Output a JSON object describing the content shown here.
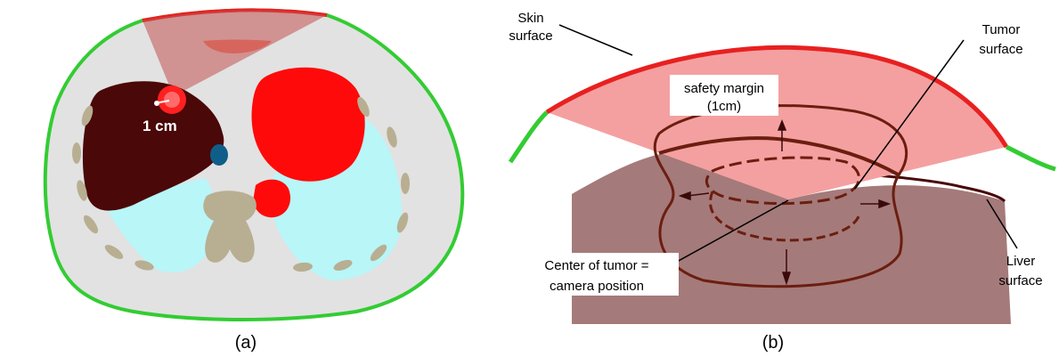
{
  "panel_a": {
    "caption": "(a)",
    "measure_label": "1 cm"
  },
  "panel_b": {
    "caption": "(b)",
    "labels": {
      "skin_line1": "Skin",
      "skin_line2": "surface",
      "tumor_line1": "Tumor",
      "tumor_line2": "surface",
      "margin_line1": "safety margin",
      "margin_line2": "(1cm)",
      "center_line1": "Center of tumor =",
      "center_line2": "camera position",
      "liver_line1": "Liver",
      "liver_line2": "surface"
    }
  },
  "colors": {
    "skin_green": "#33cc33",
    "skin_red": "#e82020",
    "liver": "#4a0808",
    "heart": "#ff0a0a",
    "lung": "#b8f6f8",
    "bone": "#b8af92",
    "vessel": "#0f5e8a",
    "body": "#e2e2e2",
    "cone": "#f4a0a0",
    "liver_block": "#a57a7a",
    "tumor_outline": "#6b1e10"
  }
}
